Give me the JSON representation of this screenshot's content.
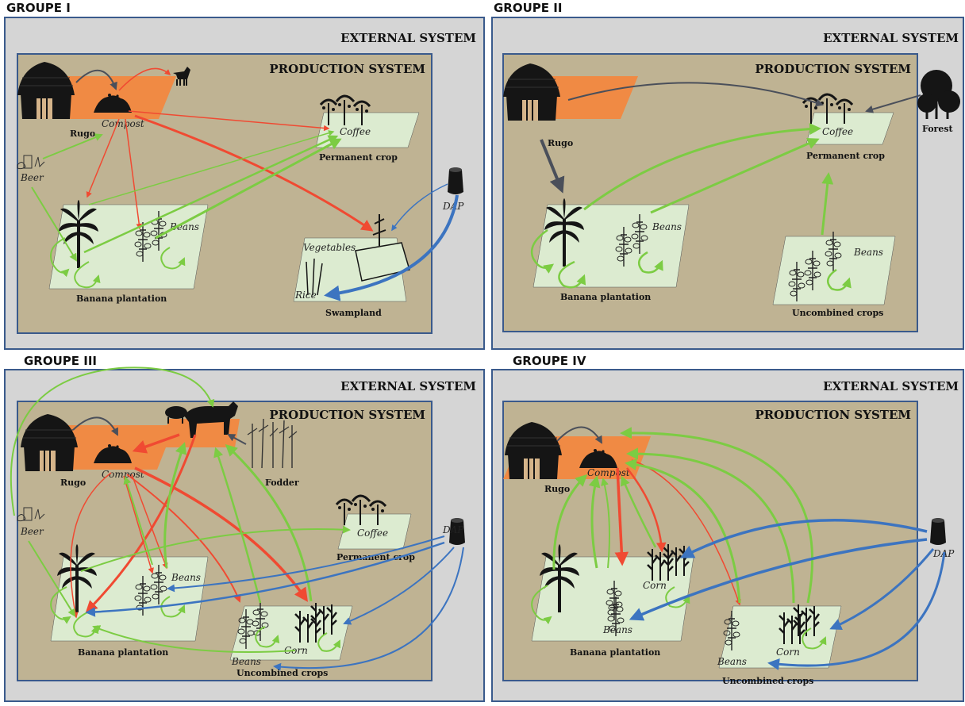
{
  "panels": {
    "g1": {
      "title": "GROUPE  I",
      "external": "EXTERNAL SYSTEM",
      "production": "PRODUCTION SYSTEM",
      "labels": {
        "compost": "Compost",
        "rugo": "Rugo",
        "coffee": "Coffee",
        "permanent": "Permanent crop",
        "beer": "Beer",
        "beans": "Beans",
        "banana": "Banana plantation",
        "dap": "DAP",
        "vegetables": "Vegetables",
        "rice": "Rice",
        "swampland": "Swampland"
      }
    },
    "g2": {
      "title": "GROUPE  II",
      "external": "EXTERNAL SYSTEM",
      "production": "PRODUCTION SYSTEM",
      "labels": {
        "rugo": "Rugo",
        "coffee": "Coffee",
        "permanent": "Permanent crop",
        "forest": "Forest",
        "beans": "Beans",
        "banana": "Banana plantation",
        "uncombined": "Uncombined crops"
      }
    },
    "g3": {
      "title": "GROUPE  III",
      "external": "EXTERNAL SYSTEM",
      "production": "PRODUCTION SYSTEM",
      "labels": {
        "compost": "Compost",
        "rugo": "Rugo",
        "beer": "Beer",
        "fodder": "Fodder",
        "coffee": "Coffee",
        "permanent": "Permanent crop",
        "dap": "DAP",
        "beans": "Beans",
        "banana": "Banana plantation",
        "beans2": "Beans",
        "corn": "Corn",
        "uncombined": "Uncombined crops"
      }
    },
    "g4": {
      "title": "GROUPE  IV",
      "external": "EXTERNAL SYSTEM",
      "production": "PRODUCTION SYSTEM",
      "labels": {
        "compost": "Compost",
        "rugo": "Rugo",
        "dap": "DAP",
        "corn": "Corn",
        "beans": "Beans",
        "banana": "Banana plantation",
        "beans2": "Beans",
        "corn2": "Corn",
        "uncombined": "Uncombined crops"
      }
    }
  },
  "colors": {
    "external_bg": "#d5d5d5",
    "production_bg": "#bfb393",
    "frame": "#3a5a8c",
    "rugo": "#f08a44",
    "plot": "#dcebd0",
    "green_arrow": "#7ccc43",
    "red_arrow": "#f04a32",
    "blue_arrow": "#3c74c0",
    "dark_arrow": "#4a4f5a"
  }
}
